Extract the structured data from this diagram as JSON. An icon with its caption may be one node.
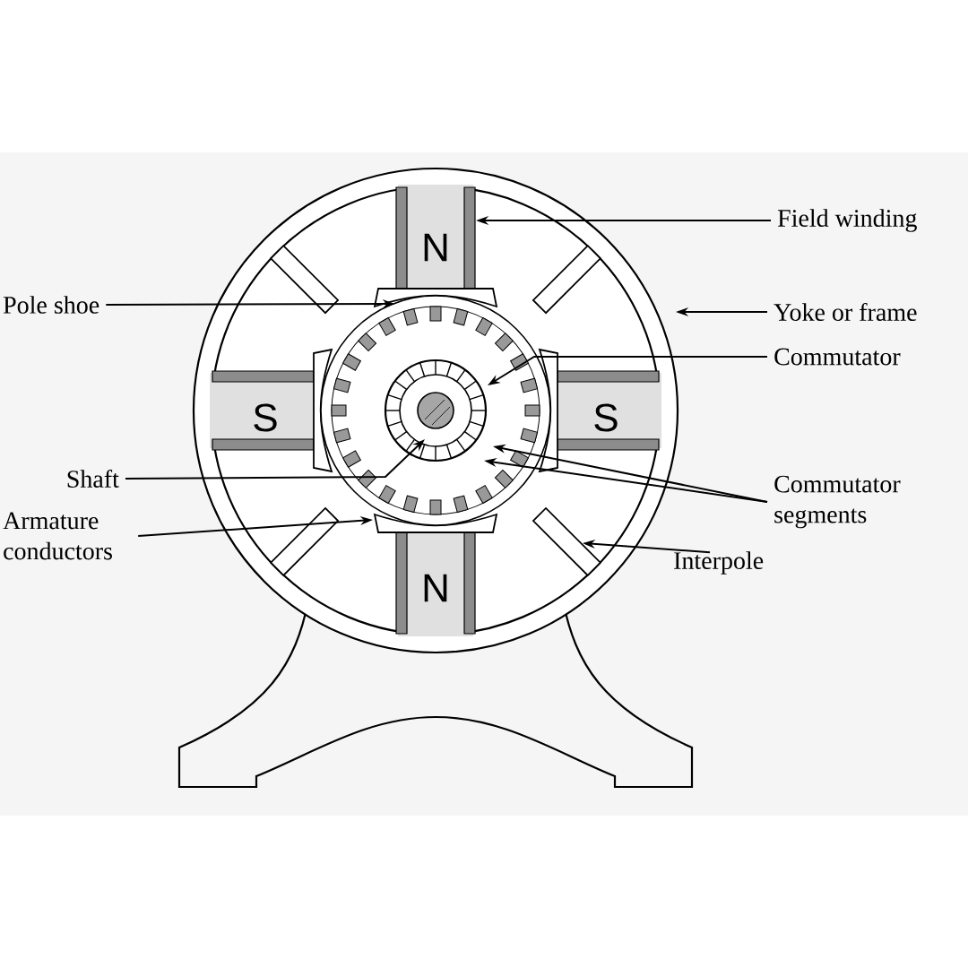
{
  "diagram": {
    "nodes": [
      {
        "text": [
          "Field winding"
        ]
      },
      {
        "text": [
          "Pole shoe"
        ]
      },
      {
        "text": [
          "Yoke or frame"
        ]
      },
      {
        "text": [
          "Commutator"
        ]
      },
      {
        "text": [
          "Shaft"
        ]
      },
      {
        "text": [
          "Armature conductors"
        ]
      },
      {
        "text": [
          "Commutator segments"
        ]
      },
      {
        "text": [
          "Interpole"
        ]
      },
      {
        "text": [
          "N"
        ]
      },
      {
        "text": [
          "S"
        ]
      },
      {
        "text": [
          "S"
        ]
      },
      {
        "text": [
          "N"
        ]
      }
    ],
    "edges": [
      {
        "from": 0,
        "to": 8,
        "arrow": "to"
      },
      {
        "from": 1,
        "to": 8,
        "arrow": "to"
      },
      {
        "from": 2,
        "to": null,
        "arrow": "to"
      },
      {
        "from": 3,
        "to": null,
        "arrow": "to"
      },
      {
        "from": 4,
        "to": null,
        "arrow": "to"
      },
      {
        "from": 5,
        "to": null,
        "arrow": "to"
      },
      {
        "from": 6,
        "to": null,
        "arrow": "to"
      },
      {
        "from": 6,
        "to": null,
        "arrow": "to"
      },
      {
        "from": 7,
        "to": null,
        "arrow": "to"
      }
    ]
  }
}
